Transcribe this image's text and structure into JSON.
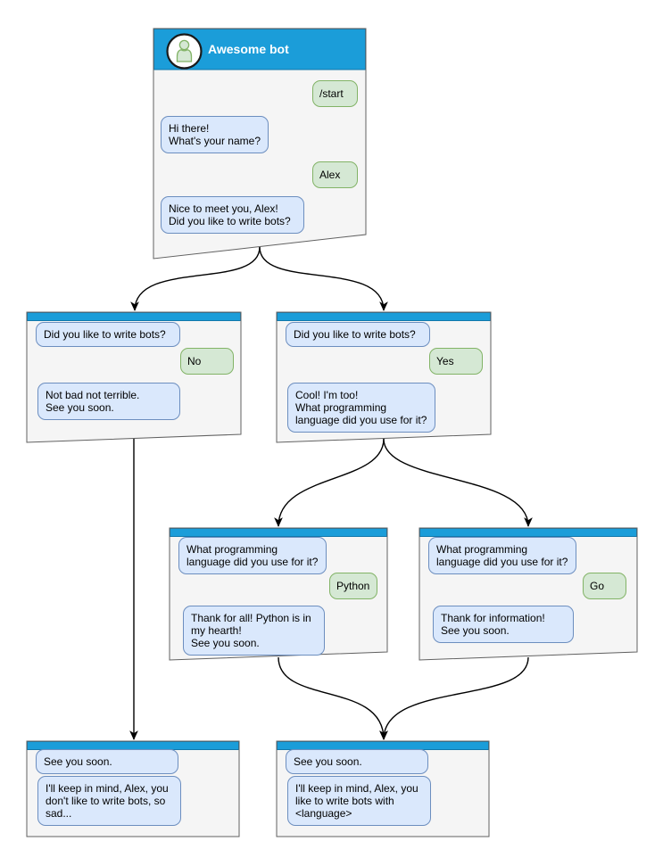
{
  "main_window": {
    "title": "Awesome bot",
    "messages": {
      "start_command": "/start",
      "greeting": "Hi there!\nWhat's your name?",
      "user_name": "Alex",
      "bots_question": "Nice to meet you, Alex!\nDid you like to write bots?"
    }
  },
  "no_branch_window": {
    "question": "Did you like to write bots?",
    "user_answer": "No",
    "bot_reply": "Not bad not terrible.\nSee you soon."
  },
  "yes_branch_window": {
    "question": "Did you like to write bots?",
    "user_answer": "Yes",
    "bot_reply": "Cool! I'm too!\nWhat programming\nlanguage did you use for it?"
  },
  "python_branch_window": {
    "question": "What programming\nlanguage did you use for it?",
    "user_answer": "Python",
    "bot_reply": "Thank for all! Python is in\nmy hearth!\nSee you soon."
  },
  "go_branch_window": {
    "question": "What programming\nlanguage did you use for it?",
    "user_answer": "Go",
    "bot_reply": "Thank for information!\nSee you soon."
  },
  "end_no_window": {
    "question": "See you soon.",
    "bot_reply": "I'll keep in mind, Alex, you\ndon't like to write bots, so\nsad..."
  },
  "end_yes_window": {
    "question": "See you soon.",
    "bot_reply": "I'll keep in mind, Alex, you\nlike to write bots with\n<language>"
  },
  "icons": {
    "avatar": "person-icon"
  },
  "colors": {
    "header_blue": "#1b9dd9",
    "bar_stroke": "#1178ab",
    "window_fill": "#f5f5f5",
    "window_stroke": "#616161",
    "bot_bubble_fill": "#dae8fc",
    "bot_bubble_stroke": "#6c8ebf",
    "user_bubble_fill": "#d5e8d4",
    "user_bubble_stroke": "#82b366",
    "edge_color": "#000000"
  }
}
